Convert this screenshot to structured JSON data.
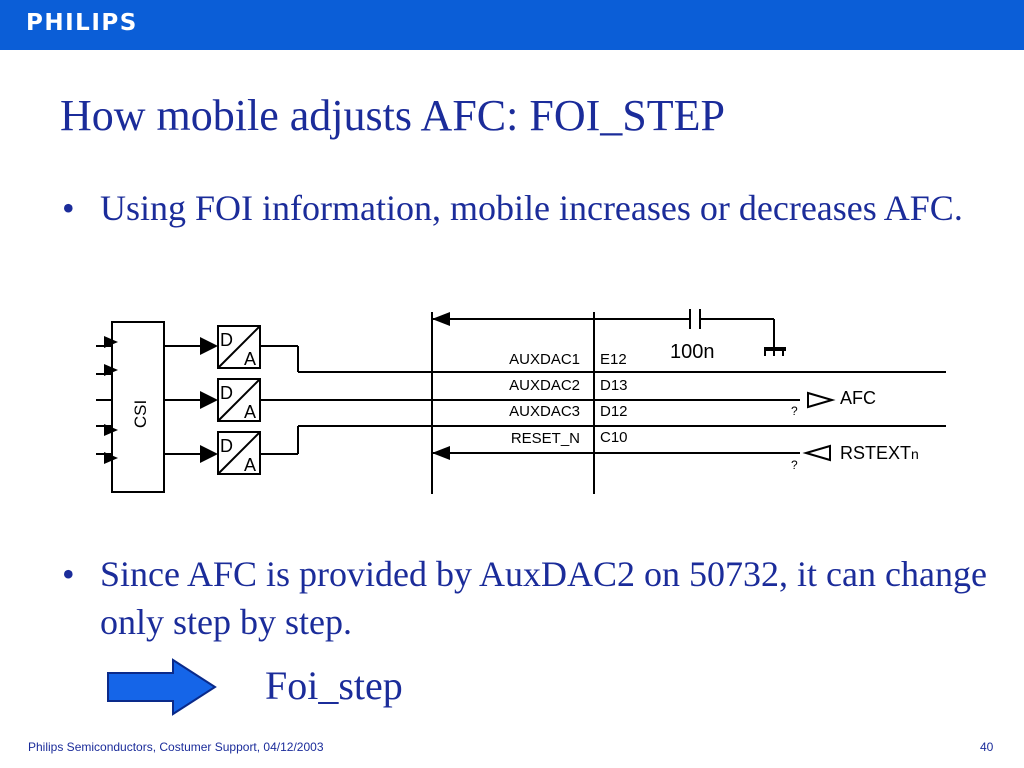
{
  "header": {
    "logo_text": "PHILIPS",
    "bar_color": "#0b5ed7"
  },
  "slide": {
    "title": "How mobile adjusts AFC: FOI_STEP",
    "bullets": [
      {
        "marker": "•",
        "text": "Using FOI information, mobile increases or decreases AFC."
      },
      {
        "marker": "•",
        "text": "Since AFC is provided by AuxDAC2 on 50732, it can change only step by step."
      }
    ],
    "arrow_label": "Foi_step",
    "text_color": "#1b2c9a",
    "arrow_color": "#1565e8"
  },
  "diagram": {
    "csi_label": "CSI",
    "converters": [
      {
        "d": "D",
        "a": "A"
      },
      {
        "d": "D",
        "a": "A"
      },
      {
        "d": "D",
        "a": "A"
      }
    ],
    "signals": [
      "AUXDAC1",
      "AUXDAC2",
      "AUXDAC3",
      "RESET_N"
    ],
    "pins": [
      "E12",
      "D13",
      "D12",
      "C10"
    ],
    "capacitor_label": "100n",
    "question_marks": [
      "?",
      "?"
    ],
    "outputs": {
      "afc": "AFC",
      "rstext": "RSTEXT",
      "rstext_suffix": "n"
    }
  },
  "footer": {
    "left": "Philips Semiconductors, Costumer Support, 04/12/2003",
    "page_number": "40"
  }
}
